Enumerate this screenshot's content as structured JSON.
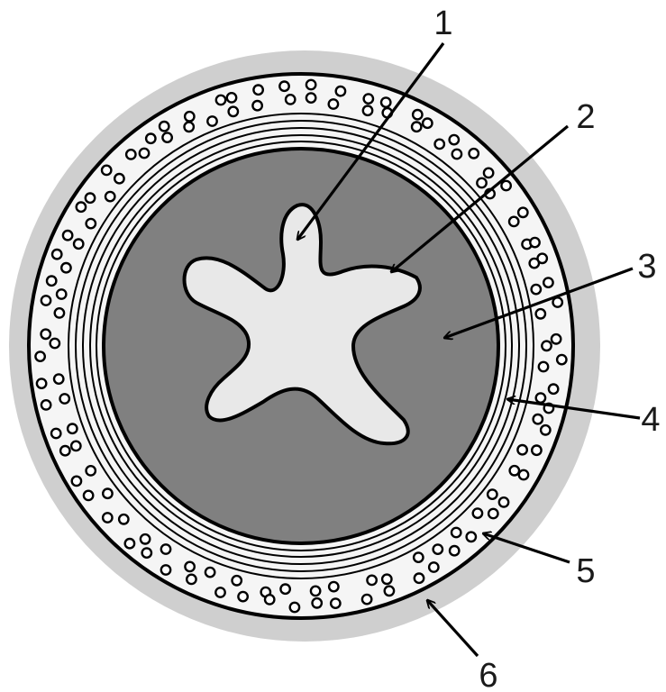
{
  "diagram": {
    "labels": [
      {
        "id": "1",
        "text": "1"
      },
      {
        "id": "2",
        "text": "2"
      },
      {
        "id": "3",
        "text": "3"
      },
      {
        "id": "4",
        "text": "4"
      },
      {
        "id": "5",
        "text": "5"
      },
      {
        "id": "6",
        "text": "6"
      }
    ],
    "colors": {
      "outer_ring": "#cfcfcf",
      "band": "#f5f5f5",
      "core": "#808080",
      "lumen": "#e8e8e8",
      "stroke": "#000000"
    }
  }
}
